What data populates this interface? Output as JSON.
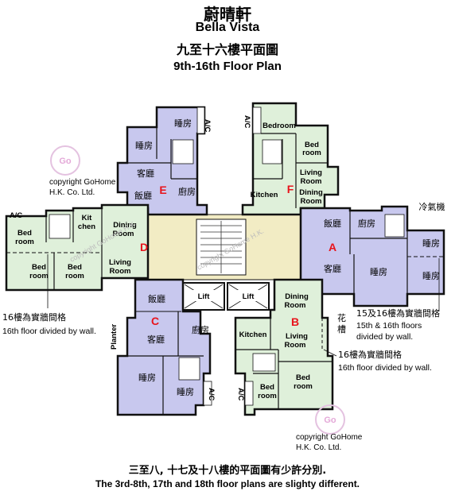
{
  "title": {
    "estate_zh": "蔚晴軒",
    "estate_en": "Bella Vista",
    "plan_zh": "九至十六樓平面圖",
    "plan_en": "9th-16th Floor Plan"
  },
  "footer": {
    "zh": "三至八, 十七及十八樓的平面圖有少許分別.",
    "en": "The 3rd-8th, 17th and 18th floor plans are slighty different."
  },
  "copyright": {
    "line1": "copyright GoHome",
    "line2": "H.K. Co. Ltd.",
    "logo": "Go"
  },
  "watermark": "copyright GoHome H.K.",
  "flats": [
    "A",
    "B",
    "C",
    "D",
    "E",
    "F"
  ],
  "rooms": {
    "bedroom_zh": "睡房",
    "living_zh": "客廳",
    "dining_zh": "飯廳",
    "kitchen_zh": "廚房",
    "bedroom_en_1": "Bedroom",
    "bed": "Bed",
    "room": "room",
    "Room": "Room",
    "living_en": "Living",
    "dining_en": "Dining",
    "kitchen_en": "Kitchen",
    "kit": "Kit",
    "chen": "chen",
    "ac": "A/C",
    "lift": "Lift",
    "planter_en": "Planter",
    "planter_zh": "花槽",
    "aircon_zh": "冷氣機"
  },
  "notes": {
    "wall16_zh": "16樓為實牆間格",
    "wall16_en": "16th floor divided by wall.",
    "wall1516_zh": "15及16樓為實牆間格",
    "wall1516_en_1": "15th & 16th floors",
    "wall1516_en_2": "divided by wall."
  },
  "colors": {
    "green": "#dff0da",
    "purple": "#c8c8ee",
    "core": "#f2ecc4",
    "wall": "#111111",
    "flat_letter": "#e8141c"
  }
}
